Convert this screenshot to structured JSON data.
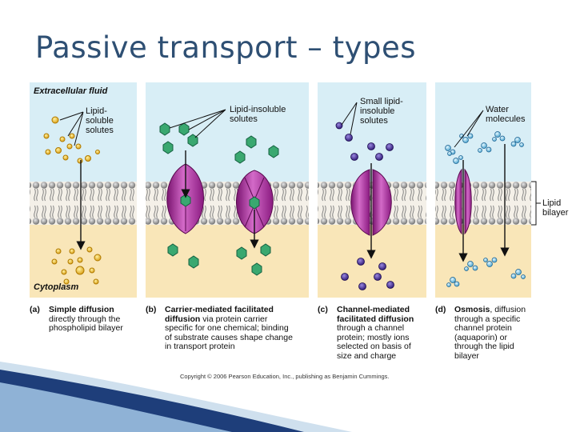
{
  "title": "Passive transport – types",
  "labels": {
    "extracellular": "Extracellular fluid",
    "cytoplasm": "Cytoplasm",
    "lipid_soluble": [
      "Lipid-",
      "soluble",
      "solutes"
    ],
    "lipid_insoluble": [
      "Lipid-insoluble",
      "solutes"
    ],
    "small_insoluble": [
      "Small lipid-",
      "insoluble",
      "solutes"
    ],
    "water": [
      "Water",
      "molecules"
    ],
    "bilayer": [
      "Lipid",
      "bilayer"
    ]
  },
  "captions": [
    {
      "tag": "(a)",
      "heading": "Simple diffusion",
      "lines": [
        "directly through the",
        "phospholipid bilayer"
      ]
    },
    {
      "tag": "(b)",
      "heading": "Carrier-mediated facilitated",
      "heading2": "diffusion",
      "rest2": " via protein carrier",
      "lines": [
        "specific for one chemical; binding",
        "of substrate causes shape change",
        "in transport protein"
      ]
    },
    {
      "tag": "(c)",
      "heading": "Channel-mediated",
      "heading2": "facilitated diffusion",
      "lines": [
        "through a channel",
        "protein; mostly ions",
        "selected on basis of",
        "size and charge"
      ]
    },
    {
      "tag": "(d)",
      "heading": "Osmosis",
      "rest1": ", diffusion",
      "lines": [
        "through a specific",
        "channel protein",
        "(aquaporin) or",
        "through the lipid",
        "bilayer"
      ]
    }
  ],
  "copyright": "Copyright © 2006 Pearson Education, Inc., publishing as Benjamin Cummings."
}
